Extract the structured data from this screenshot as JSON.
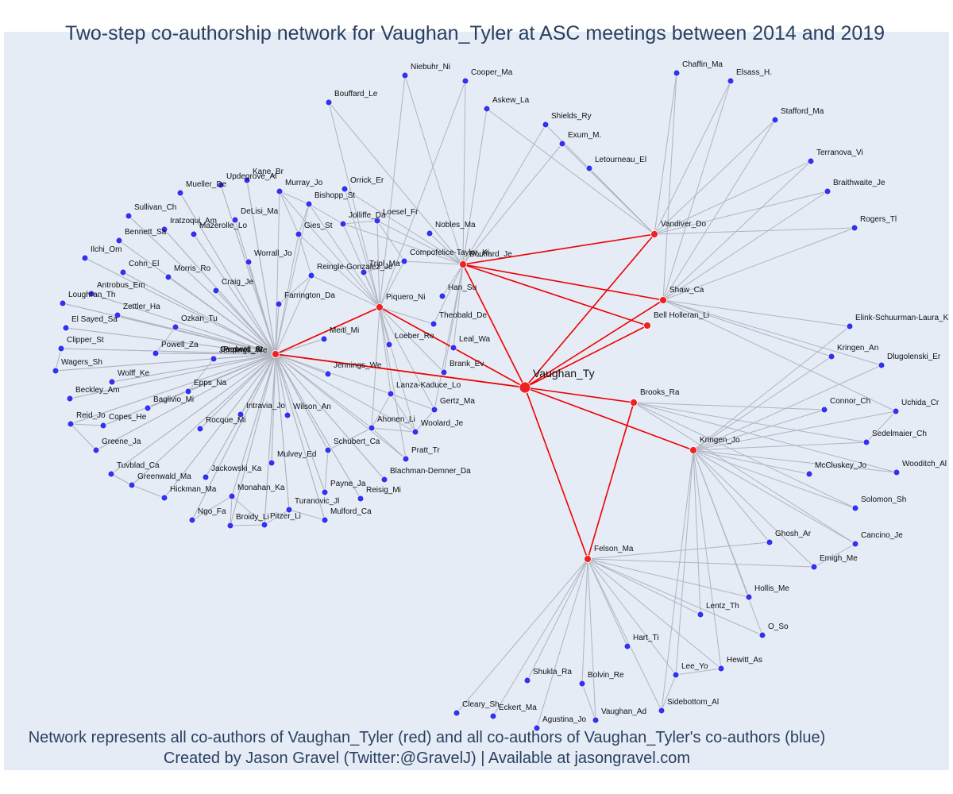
{
  "header": {
    "title": "Two-step co-authorship network for Vaughan_Tyler at ASC meetings between 2014 and 2019"
  },
  "footer": {
    "line1": "Network represents all co-authors of Vaughan_Tyler (red) and all co-authors of Vaughan_Tyler's co-authors (blue)",
    "line2": "Created by Jason Gravel (Twitter:@GravelJ) | Available at jasongravel.com"
  },
  "colors": {
    "background": "#e5ecf6",
    "ego_node": "#ee2222",
    "first_degree_node": "#ee2222",
    "second_degree_node": "#3333ee",
    "ego_edge": "#ee0000",
    "other_edge": "#b0b4c0",
    "text": "#2a3f5f"
  },
  "chart_data": {
    "type": "network",
    "ego": "Vaughan_Ty",
    "first_degree": [
      "Cardwell_St",
      "Piquero_Al",
      "Piquero_Ni",
      "Bouffard_Je",
      "Vandiver_Do",
      "Shaw_Ca",
      "Bell Holleran_Li",
      "Brooks_Ra",
      "Kringen_Jo",
      "Felson_Ma"
    ],
    "second_degree": [
      "Niebuhr_Ni",
      "Cooper_Ma",
      "Askew_La",
      "Bouffard_Le",
      "Shields_Ry",
      "Exum_M.",
      "Letourneau_El",
      "Chaffin_Ma",
      "Elsass_H.",
      "Stafford_Ma",
      "Terranova_Vi",
      "Braithwaite_Je",
      "Rogers_Tl",
      "Kane_Br",
      "Updegrove_Al",
      "Murray_Jo",
      "Orrick_Er",
      "Mueller_De",
      "Bishopp_St",
      "Sullivan_Ch",
      "DeLisi_Ma",
      "Loesel_Fr",
      "Nobles_Ma",
      "Iratzoqui_Am",
      "Mazerolle_Lo",
      "Jolliffe_Da",
      "Bennett_Sa",
      "Gies_St",
      "Ilchi_Om",
      "Worrall_Jo",
      "Compofelice-Taylor_Ki",
      "Cohn_El",
      "Tripl_Ma",
      "Reingle-Gonzalez_Je",
      "Morris_Ro",
      "Antrobus_Em",
      "Craig_Je",
      "Han_Su",
      "Loughran_Th",
      "Farrington_Da",
      "Zettler_Ha",
      "El Sayed_Sa",
      "Ozkan_Tu",
      "Theobald_De",
      "Meitl_Mi",
      "Clipper_St",
      "Loeber_Ro",
      "Leal_Wa",
      "Powell_Za",
      "Wagers_Sh",
      "Brank_Ev",
      "Jennings_We",
      "Wolff_Ke",
      "Epps_Na",
      "Lanza-Kaduce_Lo",
      "Beckley_Am",
      "Baglivio_Mi",
      "Gertz_Ma",
      "Intravia_Jo",
      "Wilson_An",
      "Reid_Jo",
      "Copes_He",
      "Rocque_Mi",
      "Ahonen_Li",
      "Woolard_Je",
      "Greene_Ja",
      "Schubert_Ca",
      "Mulvey_Ed",
      "Pratt_Tr",
      "Tuvblad_Ca",
      "Jennings_We",
      "Jackowski_Ka",
      "Greenwald_Ma",
      "Blachman-Demner_Da",
      "Hickman_Ma",
      "Monahan_Ka",
      "Payne_Ja",
      "Reisig_Mi",
      "Turanovic_Jl",
      "Ngo_Fa",
      "Mulford_Ca",
      "Broidy_Li",
      "Pitzer_Li",
      "Elink-Schuurman-Laura_K",
      "Kringen_An",
      "Dlugolenski_Er",
      "Connor_Ch",
      "Uchida_Cr",
      "Sedelmaier_Ch",
      "McCluskey_Jo",
      "Wooditch_Al",
      "Solomon_Sh",
      "Ghosh_Ar",
      "Cancino_Je",
      "Emigh_Me",
      "Hollis_Me",
      "Lentz_Th",
      "O_So",
      "Hart_Ti",
      "Lee_Yo",
      "Hewitt_As",
      "Shukla_Ra",
      "Bolvin_Re",
      "Cleary_Sh",
      "Eckert_Ma",
      "Sidebottom_Al",
      "Vaughan_Ad",
      "Agustina_Jo"
    ]
  }
}
